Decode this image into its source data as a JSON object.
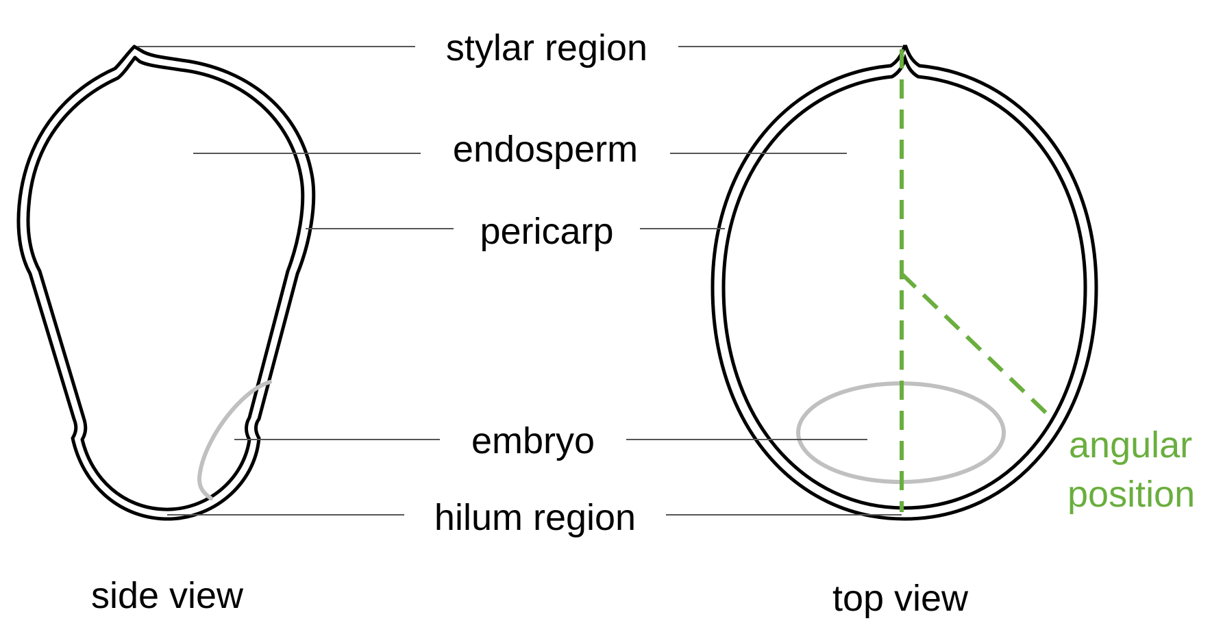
{
  "colors": {
    "outline": "#000000",
    "leader_line": "#555555",
    "embryo": "#c0c0c0",
    "angle_marker": "#6aae3e",
    "label_box": "#ffffff"
  },
  "labels": {
    "stylar_region": "stylar region",
    "endosperm": "endosperm",
    "pericarp": "pericarp",
    "embryo": "embryo",
    "hilum_region": "hilum region",
    "angular_line1": "angular",
    "angular_line2": "position"
  },
  "captions": {
    "side_view": "side view",
    "top_view": "top view"
  }
}
